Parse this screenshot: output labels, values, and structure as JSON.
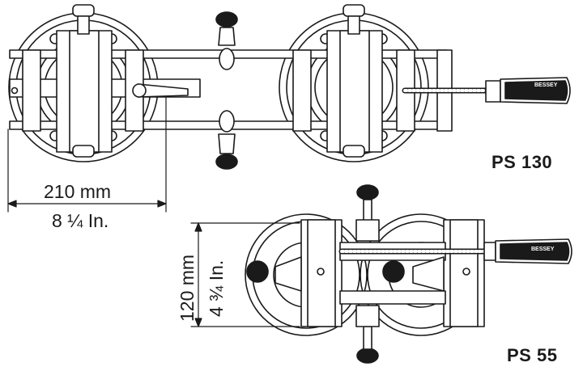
{
  "models": {
    "large": {
      "name": "PS 130",
      "width_metric": "210 mm",
      "width_imperial": "8 ¼ In.",
      "brand": "BESSEY"
    },
    "small": {
      "name": "PS 55",
      "height_metric": "120 mm",
      "height_imperial": "4 ¾ In.",
      "brand": "BESSEY"
    }
  }
}
